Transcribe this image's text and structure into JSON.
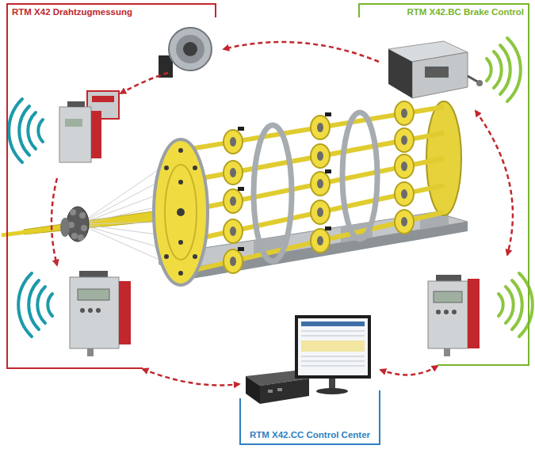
{
  "diagram": {
    "nodes": [
      {
        "text": [
          "RTM X42 Drahtzugmessung"
        ]
      },
      {
        "text": [
          "RTM X42.BC Brake Control"
        ]
      },
      {
        "text": [
          "RTM X42.CC Control Center"
        ]
      }
    ],
    "edges": [
      {
        "from": 0,
        "to": 2,
        "arrow": "both"
      },
      {
        "from": 1,
        "to": 2,
        "arrow": "both"
      }
    ]
  }
}
